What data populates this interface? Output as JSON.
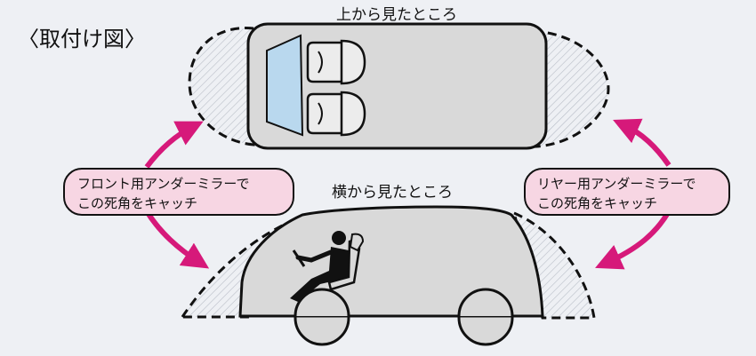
{
  "title": "〈取付け図〉",
  "top_view": {
    "label": "上から見たところ"
  },
  "side_view": {
    "label": "横から見たところ"
  },
  "front_mirror": {
    "line1": "フロント用アンダーミラーで",
    "line2": "この死角をキャッチ"
  },
  "rear_mirror": {
    "line1": "リヤー用アンダーミラーで",
    "line2": "この死角をキャッチ"
  },
  "colors": {
    "background": "#eef0f4",
    "car_fill": "#d9d9d9",
    "windshield": "#b9d8ee",
    "arrow": "#d6197a",
    "bubble_fill": "#f7d6e3",
    "outline": "#111111"
  }
}
